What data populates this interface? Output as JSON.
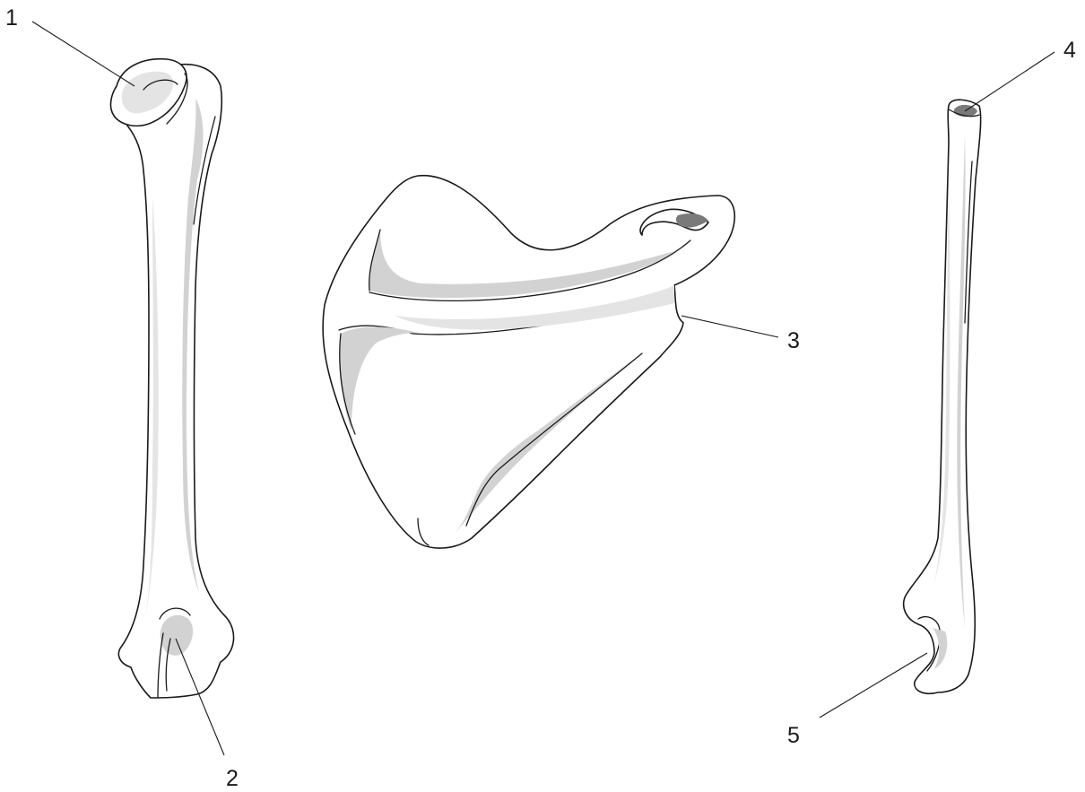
{
  "figure": {
    "background": "#ffffff",
    "line_color": "#1a1a1a",
    "shade_color": "#d2d2d2"
  },
  "callouts": [
    {
      "id": "1",
      "label": "1"
    },
    {
      "id": "2",
      "label": "2"
    },
    {
      "id": "3",
      "label": "3"
    },
    {
      "id": "4",
      "label": "4"
    },
    {
      "id": "5",
      "label": "5"
    }
  ]
}
